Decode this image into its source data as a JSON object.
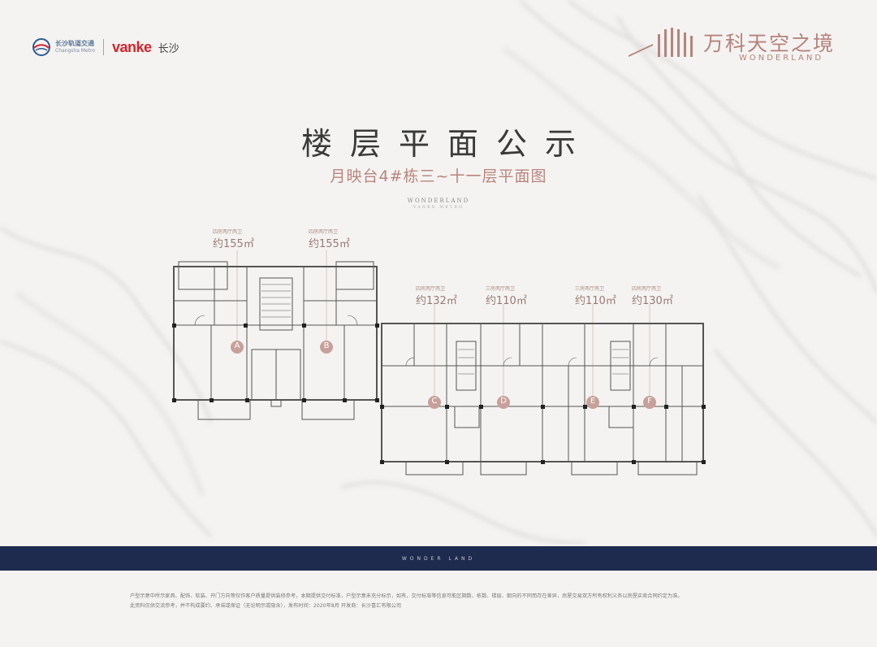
{
  "header": {
    "metro_cn": "长沙轨道交通",
    "metro_en": "Changsha Metro",
    "vanke": "vanke",
    "city": "长沙",
    "brand_cn": "万科天空之境",
    "brand_en": "WONDERLAND"
  },
  "main": {
    "title": "楼层平面公示",
    "subtitle": "月映台4#栋三~十一层平面图",
    "watermark_line1": "WONDERLAND",
    "watermark_line2": "VANKE METRO"
  },
  "units": [
    {
      "type": "四房两厅两卫",
      "area": "约155㎡",
      "letter": "A"
    },
    {
      "type": "四房两厅两卫",
      "area": "约155㎡",
      "letter": "B"
    },
    {
      "type": "四房两厅两卫",
      "area": "约132㎡",
      "letter": "C"
    },
    {
      "type": "三房两厅两卫",
      "area": "约110㎡",
      "letter": "D"
    },
    {
      "type": "三房两厅两卫",
      "area": "约110㎡",
      "letter": "E"
    },
    {
      "type": "四房两厅两卫",
      "area": "约130㎡",
      "letter": "F"
    }
  ],
  "footer": {
    "band_text": "WONDER  LAND",
    "disclaimer_1": "户型示意中所示家具、配饰、软装、开门方向等仅作客户质量提供装修参考，本期提供交付标准，户型示意未充分标示，如有，交付标准等信息可能区期数、栋数、楼层、朝向的不同而存在差异，房屋交易双方所有权利义务以房屋买卖合同约定为准。",
    "disclaimer_2": "此资料仅供交流参考，并不构成要约、承诺或保证（无论明示或隐含），发布时间：2020年8月  开发商：长沙喜汇有限公司"
  },
  "colors": {
    "accent": "#b9857c",
    "band": "#1e2b4e",
    "vanke_red": "#d2262f"
  }
}
